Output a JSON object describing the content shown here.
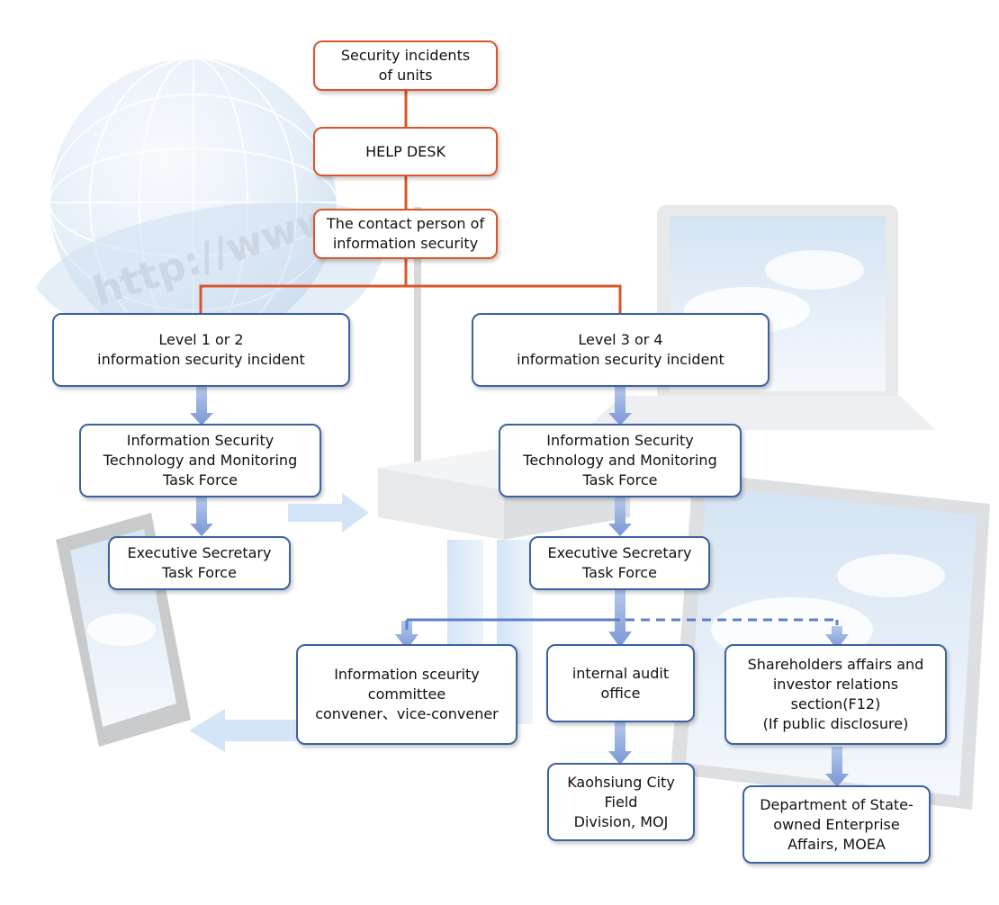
{
  "nodes": {
    "incidents": "Security incidents\nof units",
    "help_desk": "HELP DESK",
    "contact": "The contact person of\ninformation security",
    "level12": "Level 1 or 2\ninformation security incident",
    "level34": "Level 3 or 4\ninformation security incident",
    "tech_left": "Information Security\nTechnology and Monitoring\nTask Force",
    "tech_right": "Information Security\nTechnology and Monitoring\nTask Force",
    "exec_left": "Executive Secretary\nTask Force",
    "exec_right": "Executive Secretary\nTask Force",
    "committee": "Information sceurity\ncommittee\nconvener、vice-convener",
    "audit": "internal audit\noffice",
    "shareholders": "Shareholders affairs and\ninvestor relations\nsection(F12)\n(If public disclosure)",
    "kaohsiung": "Kaohsiung City\nField\nDivision, MOJ",
    "moea": "Department of State-\nowned Enterprise\nAffairs, MOEA"
  },
  "background_text": "http://www.",
  "colors": {
    "orange": "#d9562a",
    "blue": "#3c62a3",
    "arrow": "#8aa5dc",
    "connector": "#5b82c9"
  }
}
